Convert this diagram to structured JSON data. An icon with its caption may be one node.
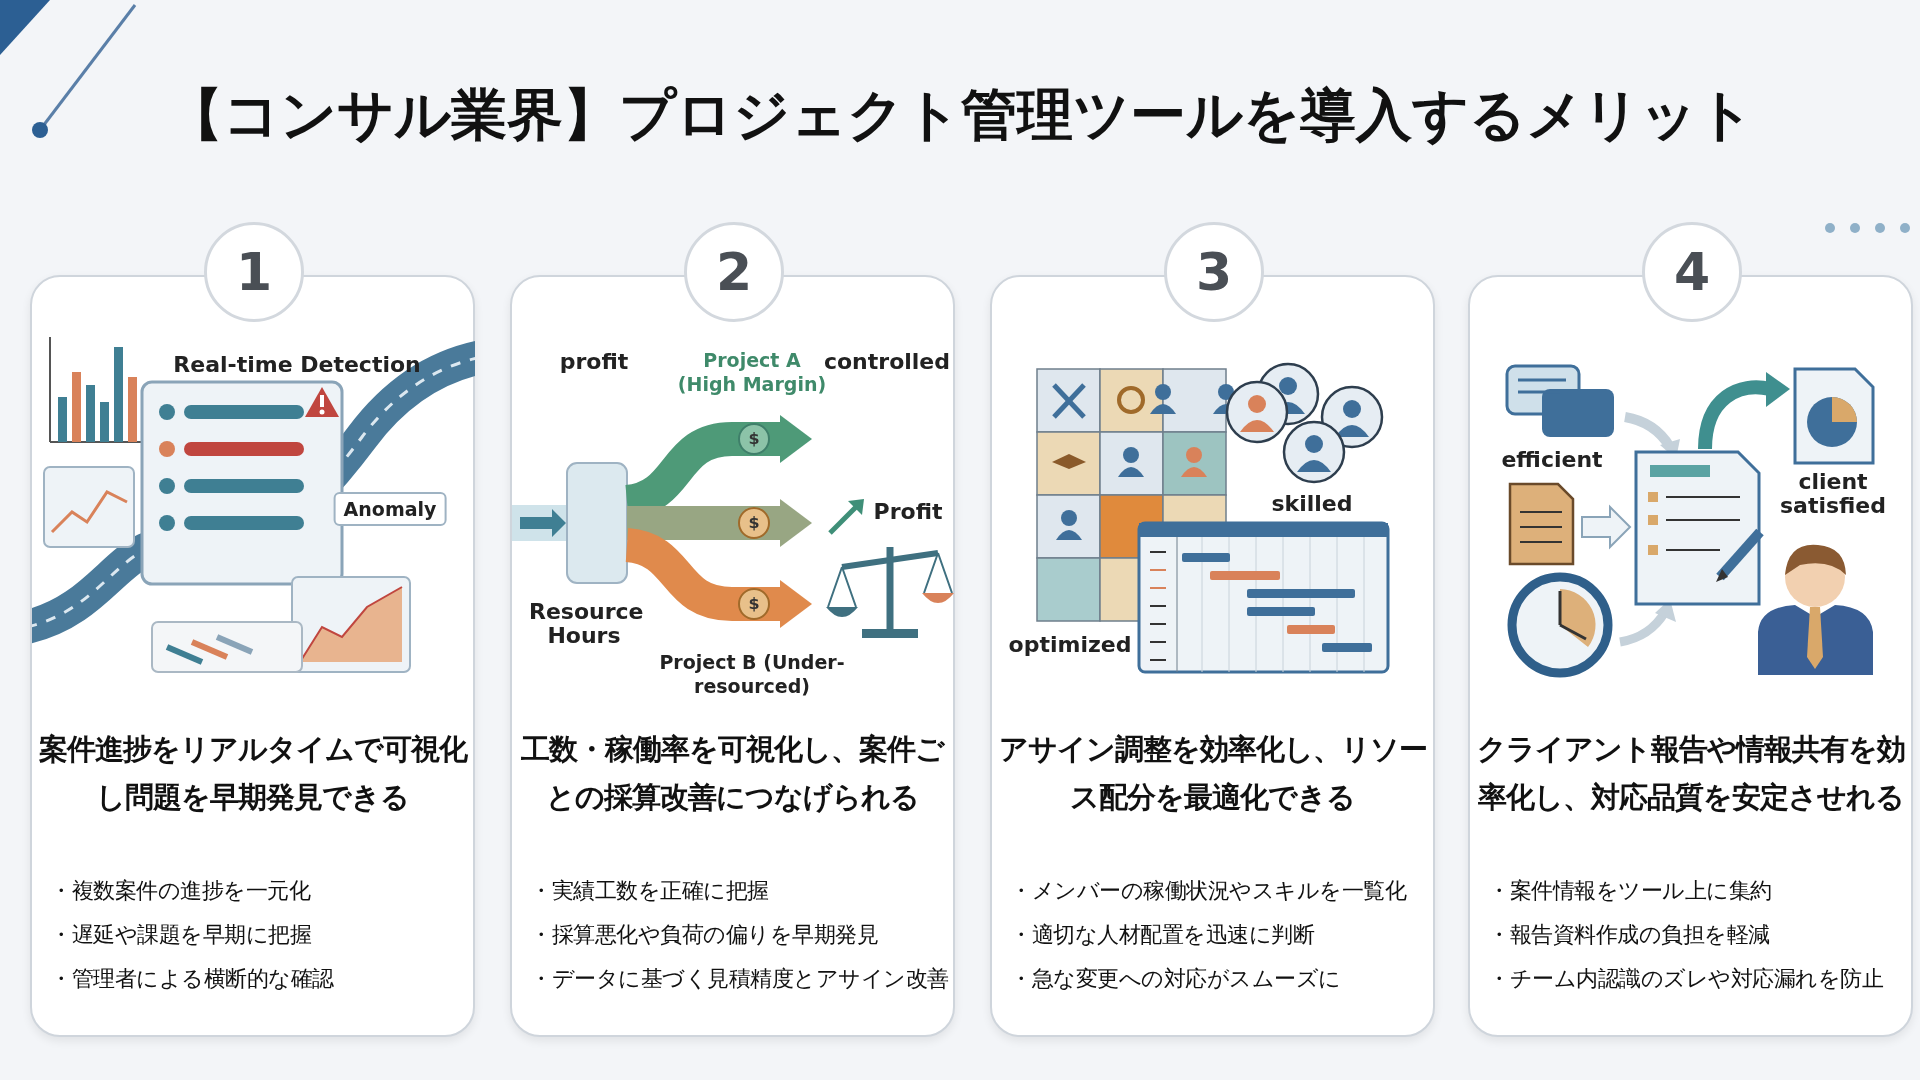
{
  "diagram": {
    "title": "【コンサル業界】プロジェクト管理ツールを導入するメリット",
    "nodes": [
      {
        "text": [
          "1",
          "案件進捗をリアルタイムで可視化し問題を早期発見できる",
          "・複数案件の進捗を一元化",
          "・遅延や課題を早期に把握",
          "・管理者による横断的な確認"
        ]
      },
      {
        "text": [
          "2",
          "工数・稼働率を可視化し、案件ごとの採算改善につなげられる",
          "・実績工数を正確に把握",
          "・採算悪化や負荷の偏りを早期発見",
          "・データに基づく見積精度とアサイン改善"
        ]
      },
      {
        "text": [
          "3",
          "アサイン調整を効率化し、リソース配分を最適化できる",
          "・メンバーの稼働状況やスキルを一覧化",
          "・適切な人材配置を迅速に判断",
          "・急な変更への対応がスムーズに"
        ]
      },
      {
        "text": [
          "4",
          "クライアント報告や情報共有を効率化し、対応品質を安定させれる",
          "・案件情報をツール上に集約",
          "・報告資料作成の負担を軽減",
          "・チーム内認識のズレや対応漏れを防止"
        ]
      }
    ],
    "labels": [
      "Real-time Detection",
      "Anomaly",
      "profit",
      "Project A (High Margin)",
      "controlled",
      "$",
      "$",
      "Profit",
      "$",
      "Resource Hours",
      "Project B (Under-resourced)",
      "skilled",
      "optimized",
      "efficient",
      "client satisfied"
    ]
  }
}
